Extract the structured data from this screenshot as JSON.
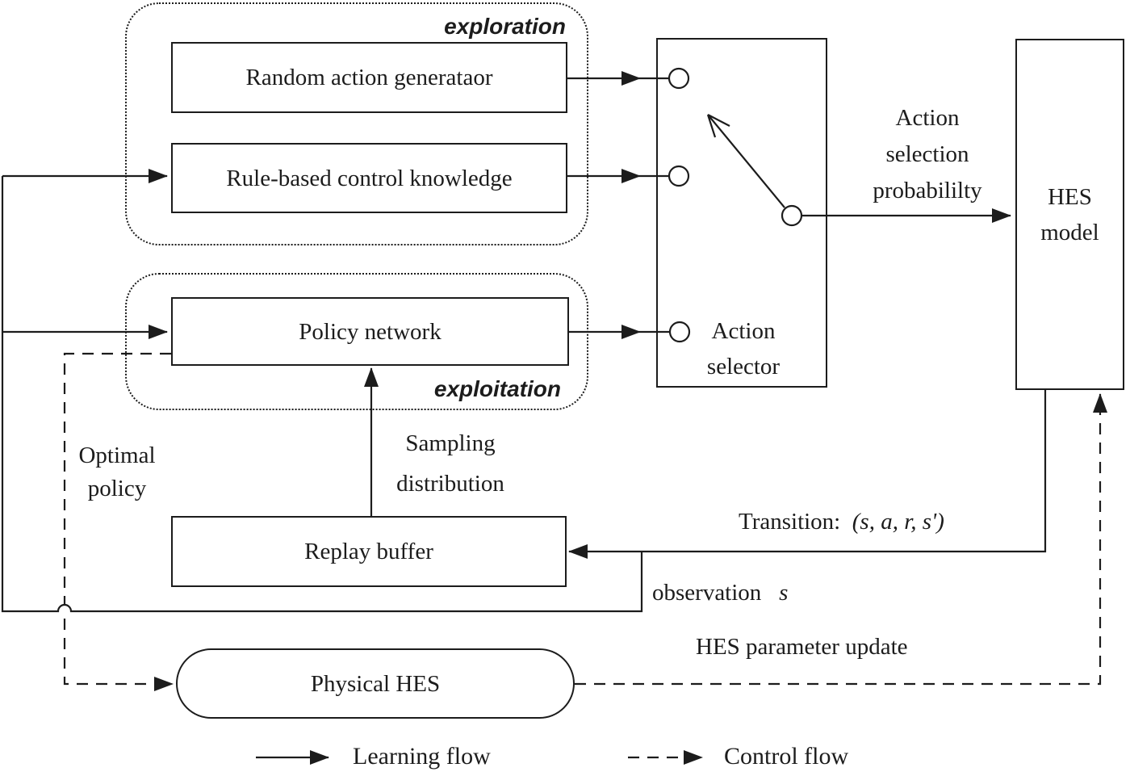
{
  "colors": {
    "ink": "#1c1c1c",
    "paper": "#ffffff"
  },
  "groups": {
    "exploration": {
      "label": "exploration"
    },
    "exploitation": {
      "label": "exploitation"
    }
  },
  "boxes": {
    "random_action_generator": "Random action generataor",
    "rule_based": "Rule-based control knowledge",
    "policy_network": "Policy network",
    "action_selector": {
      "line1": "Action",
      "line2": "selector"
    },
    "hes_model": {
      "line1": "HES",
      "line2": "model"
    },
    "replay_buffer": "Replay buffer",
    "physical_hes": "Physical HES"
  },
  "labels": {
    "action_selection_probability": {
      "line1": "Action",
      "line2": "selection",
      "line3": "probabililty"
    },
    "sampling_distribution": {
      "line1": "Sampling",
      "line2": "distribution"
    },
    "optimal_policy": {
      "line1": "Optimal",
      "line2": "policy"
    },
    "transition": {
      "prefix": "Transition:",
      "math": "(s, a, r, s')"
    },
    "observation": {
      "prefix": "observation",
      "math": "s"
    },
    "hes_parameter_update": "HES parameter update"
  },
  "legend": {
    "learning_flow": "Learning flow",
    "control_flow": "Control flow"
  }
}
